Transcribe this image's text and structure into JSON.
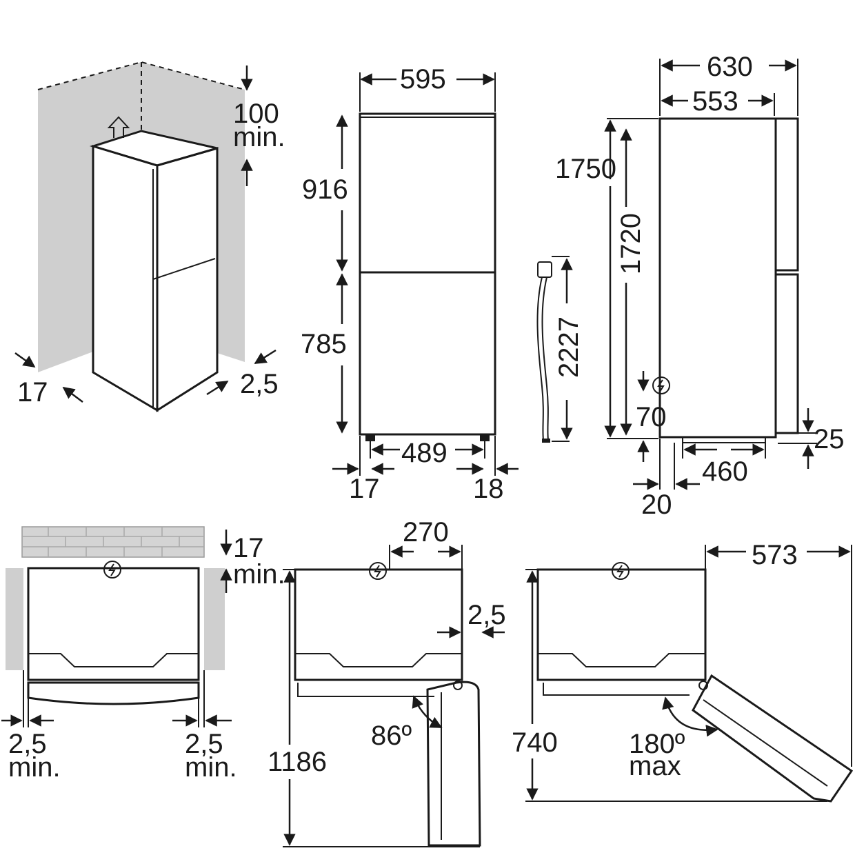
{
  "top_row": {
    "iso_view": {
      "top_clearance_value": "100",
      "top_clearance_unit": "min.",
      "left_gap": "17",
      "right_gap": "2,5"
    },
    "front_view": {
      "width": "595",
      "upper_height": "916",
      "lower_height": "785",
      "foot_span": "489",
      "left_offset": "17",
      "right_offset": "18"
    },
    "cable": {
      "length": "2227"
    },
    "side_view": {
      "depth_total": "630",
      "depth_body": "553",
      "height_total": "1750",
      "height_body": "1720",
      "socket_height": "70",
      "foot_depth": "460",
      "back_offset": "20",
      "front_height": "25"
    }
  },
  "bottom_row": {
    "plan_view": {
      "back_clearance_value": "17",
      "back_clearance_unit": "min.",
      "left_clearance_value": "2,5",
      "left_clearance_unit": "min.",
      "right_clearance_value": "2,5",
      "right_clearance_unit": "min."
    },
    "door_86": {
      "hinge_offset": "270",
      "side_gap": "2,5",
      "angle": "86º",
      "total_depth": "1186"
    },
    "door_180": {
      "door_reach": "573",
      "depth": "740",
      "angle": "180º",
      "angle_note": "max"
    }
  },
  "colors": {
    "line": "#1a1a1a",
    "wall": "#cfcfcf",
    "background": "#ffffff"
  }
}
